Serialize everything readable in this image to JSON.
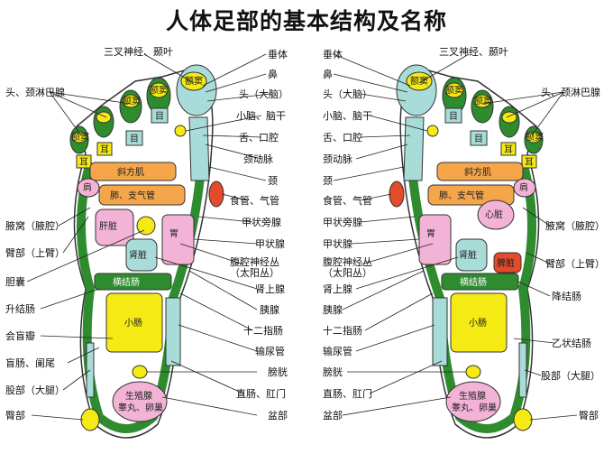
{
  "title": "人体足部的基本结构及名称",
  "left_foot": {
    "side_labels": [
      {
        "key": "l_trigeminal",
        "text": "三叉神经、颞叶"
      },
      {
        "key": "l_cerebellum_top",
        "text": "垂体"
      },
      {
        "key": "l_nose",
        "text": "鼻"
      },
      {
        "key": "l_head_brain",
        "text": "头（大脑）"
      },
      {
        "key": "l_brainstem",
        "text": "小脑、脑干"
      },
      {
        "key": "l_tongue",
        "text": "舌、口腔"
      },
      {
        "key": "l_carotid",
        "text": "颈动脉"
      },
      {
        "key": "l_neck",
        "text": "颈"
      },
      {
        "key": "l_esophagus",
        "text": "食管、气管"
      },
      {
        "key": "l_parathyroid",
        "text": "甲状旁腺"
      },
      {
        "key": "l_thyroid",
        "text": "甲状腺"
      },
      {
        "key": "l_celiac",
        "text": "腹腔神经丛"
      },
      {
        "key": "l_celiac2",
        "text": "（太阳丛）"
      },
      {
        "key": "l_adrenal",
        "text": "肾上腺"
      },
      {
        "key": "l_pancreas",
        "text": "胰腺"
      },
      {
        "key": "l_duodenum",
        "text": "十二指肠"
      },
      {
        "key": "l_ureter",
        "text": "输尿管"
      },
      {
        "key": "l_bladder",
        "text": "膀胱"
      },
      {
        "key": "l_rectum",
        "text": "直肠、肛门"
      },
      {
        "key": "l_pelvis",
        "text": "盆部"
      },
      {
        "key": "l_head_lymph",
        "text": "头、颈淋巴腺"
      },
      {
        "key": "l_armpit",
        "text": "腋窝（腋腔）"
      },
      {
        "key": "l_upperarm",
        "text": "臂部（上臂）"
      },
      {
        "key": "l_gallbladder",
        "text": "胆囊"
      },
      {
        "key": "l_ascending",
        "text": "升结肠"
      },
      {
        "key": "l_cecum",
        "text": "会盲瓣"
      },
      {
        "key": "l_appendix",
        "text": "盲肠、阑尾"
      },
      {
        "key": "l_thigh",
        "text": "股部（大腿）"
      },
      {
        "key": "l_hip",
        "text": "臀部"
      }
    ],
    "zones": {
      "sinus": "额窦",
      "eye": "目",
      "ear": "耳",
      "trapezius": "斜方肌",
      "shoulder": "肩",
      "lung": "肺、支气管",
      "liver": "肝脏",
      "kidney": "肾脏",
      "stomach": "胃",
      "transverse": "横结肠",
      "small_intestine": "小肠",
      "gonad": "生殖腺",
      "gonad2": "睾丸、卵巢"
    }
  },
  "right_foot": {
    "side_labels": [
      {
        "key": "r_pituitary",
        "text": "垂体"
      },
      {
        "key": "r_nose",
        "text": "鼻"
      },
      {
        "key": "r_head_brain",
        "text": "头（大脑）"
      },
      {
        "key": "r_brainstem",
        "text": "小脑、脑干"
      },
      {
        "key": "r_tongue",
        "text": "舌、口腔"
      },
      {
        "key": "r_carotid",
        "text": "颈动脉"
      },
      {
        "key": "r_neck",
        "text": "颈"
      },
      {
        "key": "r_esophagus",
        "text": "食管、气管"
      },
      {
        "key": "r_parathyroid",
        "text": "甲状旁腺"
      },
      {
        "key": "r_thyroid",
        "text": "甲状腺"
      },
      {
        "key": "r_celiac",
        "text": "腹腔神经丛"
      },
      {
        "key": "r_celiac2",
        "text": "（太阳丛）"
      },
      {
        "key": "r_adrenal",
        "text": "肾上腺"
      },
      {
        "key": "r_pancreas",
        "text": "胰腺"
      },
      {
        "key": "r_duodenum",
        "text": "十二指肠"
      },
      {
        "key": "r_ureter",
        "text": "输尿管"
      },
      {
        "key": "r_bladder",
        "text": "膀胱"
      },
      {
        "key": "r_rectum",
        "text": "直肠、肛门"
      },
      {
        "key": "r_pelvis",
        "text": "盆部"
      },
      {
        "key": "r_trigeminal",
        "text": "三叉神经、颞叶"
      },
      {
        "key": "r_head_lymph",
        "text": "头、颈淋巴腺"
      },
      {
        "key": "r_armpit",
        "text": "腋窝（腋腔）"
      },
      {
        "key": "r_upperarm",
        "text": "臂部（上臂）"
      },
      {
        "key": "r_descending",
        "text": "降结肠"
      },
      {
        "key": "r_sigmoid",
        "text": "乙状结肠"
      },
      {
        "key": "r_thigh",
        "text": "股部（大腿）"
      },
      {
        "key": "r_hip",
        "text": "臀部"
      }
    ],
    "zones": {
      "sinus": "额窦",
      "eye": "目",
      "ear": "耳",
      "trapezius": "斜方肌",
      "shoulder": "肩",
      "lung": "肺、支气管",
      "heart": "心脏",
      "kidney": "肾脏",
      "stomach": "胃",
      "spleen": "脾脏",
      "transverse": "横结肠",
      "small_intestine": "小肠",
      "gonad": "生殖腺",
      "gonad2": "睾丸、卵巢"
    }
  },
  "colors": {
    "green": "#2e8b2e",
    "yellow": "#f5ea14",
    "cyan": "#a8dcd8",
    "pink": "#f3b3d6",
    "orange": "#f5a64a",
    "red": "#e34b2a"
  }
}
